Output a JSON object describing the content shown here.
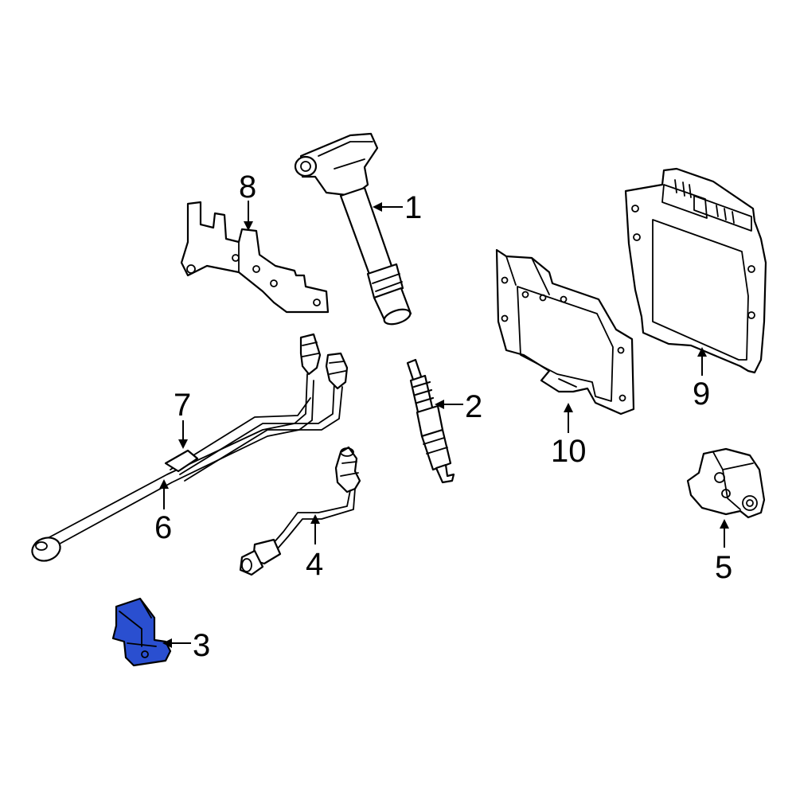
{
  "diagram": {
    "highlight_color": "#2a4fd0",
    "callouts": {
      "c1": "1",
      "c2": "2",
      "c3": "3",
      "c4": "4",
      "c5": "5",
      "c6": "6",
      "c7": "7",
      "c8": "8",
      "c9": "9",
      "c10": "10"
    }
  }
}
